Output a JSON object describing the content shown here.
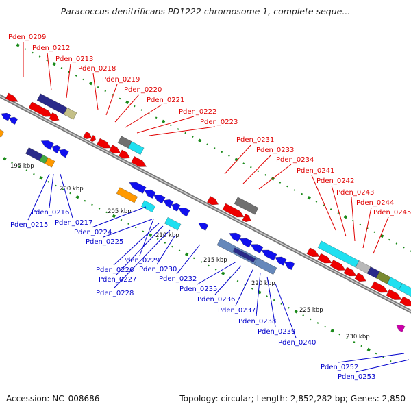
{
  "title": "Paracoccus denitrificans PD1222 chromosome 1, complete seque...",
  "footer": {
    "accession": "Accession: NC_008686",
    "topology": "Topology: circular; Length: 2,852,282 bp; Genes: 2,850"
  },
  "colors": {
    "forward_label": "#e00000",
    "reverse_label": "#0000cc",
    "axis": "#8a8a8a",
    "ticks": "#1a8a1a",
    "red": "#ee0000",
    "blue": "#1010ee",
    "navy": "#2a2a8a",
    "khaki": "#c4c088",
    "cyan": "#20e0f0",
    "gray": "#707070",
    "orange": "#ff9900",
    "green": "#44aa44",
    "steel": "#6688bb",
    "olive": "#7a8a30",
    "magenta": "#cc00aa",
    "lightgray": "#b8b8b8"
  },
  "kbp_labels": [
    "195 kbp",
    "200 kbp",
    "205 kbp",
    "210 kbp",
    "215 kbp",
    "220 kbp",
    "225 kbp",
    "230 kbp"
  ],
  "forward_genes": [
    "Pden_0209",
    "Pden_0212",
    "Pden_0213",
    "Pden_0218",
    "Pden_0219",
    "Pden_0220",
    "Pden_0221",
    "Pden_0222",
    "Pden_0223",
    "Pden_0231",
    "Pden_0233",
    "Pden_0234",
    "Pden_0241",
    "Pden_0242",
    "Pden_0243",
    "Pden_0244",
    "Pden_0245"
  ],
  "reverse_genes": [
    "Pden_0215",
    "Pden_0216",
    "Pden_0217",
    "Pden_0224",
    "Pden_0225",
    "Pden_0226",
    "Pden_0227",
    "Pden_0228",
    "Pden_0229",
    "Pden_0230",
    "Pden_0232",
    "Pden_0235",
    "Pden_0236",
    "Pden_0237",
    "Pden_0238",
    "Pden_0239",
    "Pden_0240",
    "Pden_0252",
    "Pden_0253"
  ]
}
